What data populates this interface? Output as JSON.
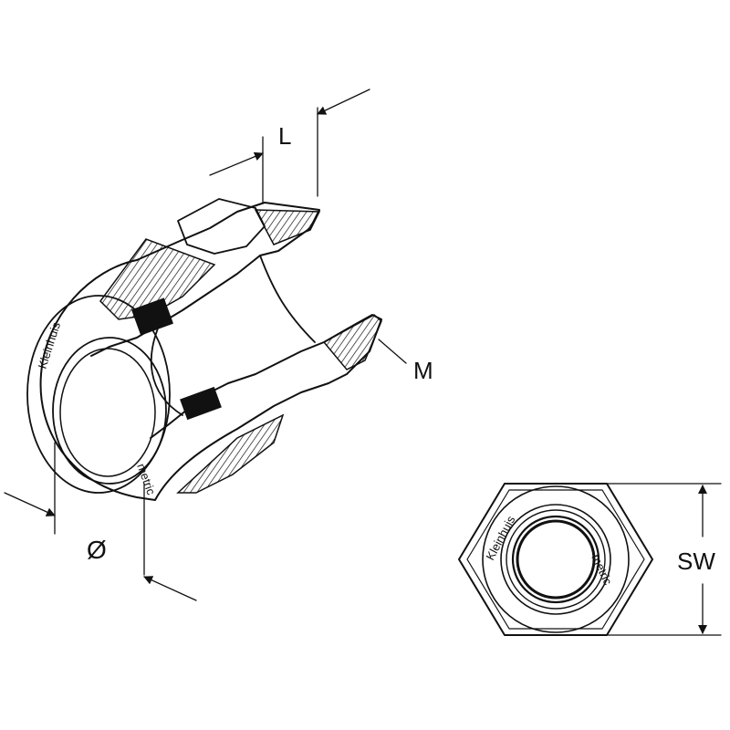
{
  "labels": {
    "length": "L",
    "thread": "M",
    "diameter": "Ø",
    "across_flats": "SW"
  },
  "markings": {
    "brand": "Kleinhuis",
    "system": "metric"
  },
  "colors": {
    "line": "#111111",
    "background": "#ffffff"
  }
}
